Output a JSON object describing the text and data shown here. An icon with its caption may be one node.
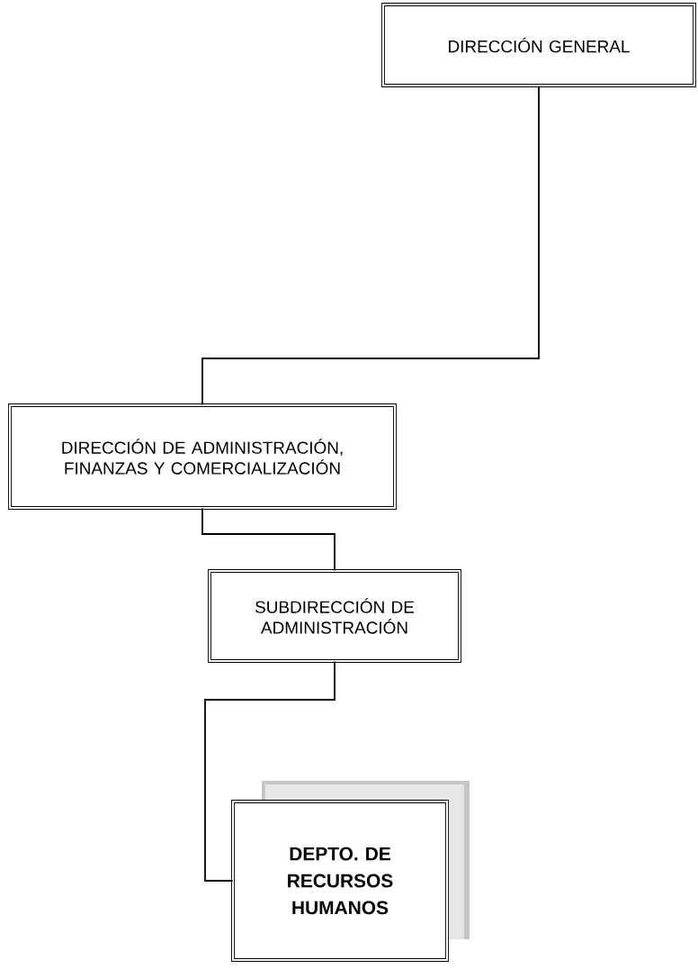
{
  "diagram": {
    "nodes": [
      {
        "text": [
          "DIRECCIÓN GENERAL"
        ]
      },
      {
        "text": [
          "DIRECCIÓN DE ADMINISTRACIÓN, FINANZAS Y COMERCIALIZACIÓN"
        ]
      },
      {
        "text": [
          "SUBDIRECCIÓN DE ADMINISTRACIÓN"
        ]
      },
      {
        "text": [
          "DEPTO. DE RECURSOS HUMANOS"
        ]
      }
    ],
    "edges": [
      {
        "from": 0,
        "to": 1,
        "arrow": "none"
      },
      {
        "from": 1,
        "to": 2,
        "arrow": "none"
      },
      {
        "from": 2,
        "to": 3,
        "arrow": "none"
      }
    ]
  }
}
